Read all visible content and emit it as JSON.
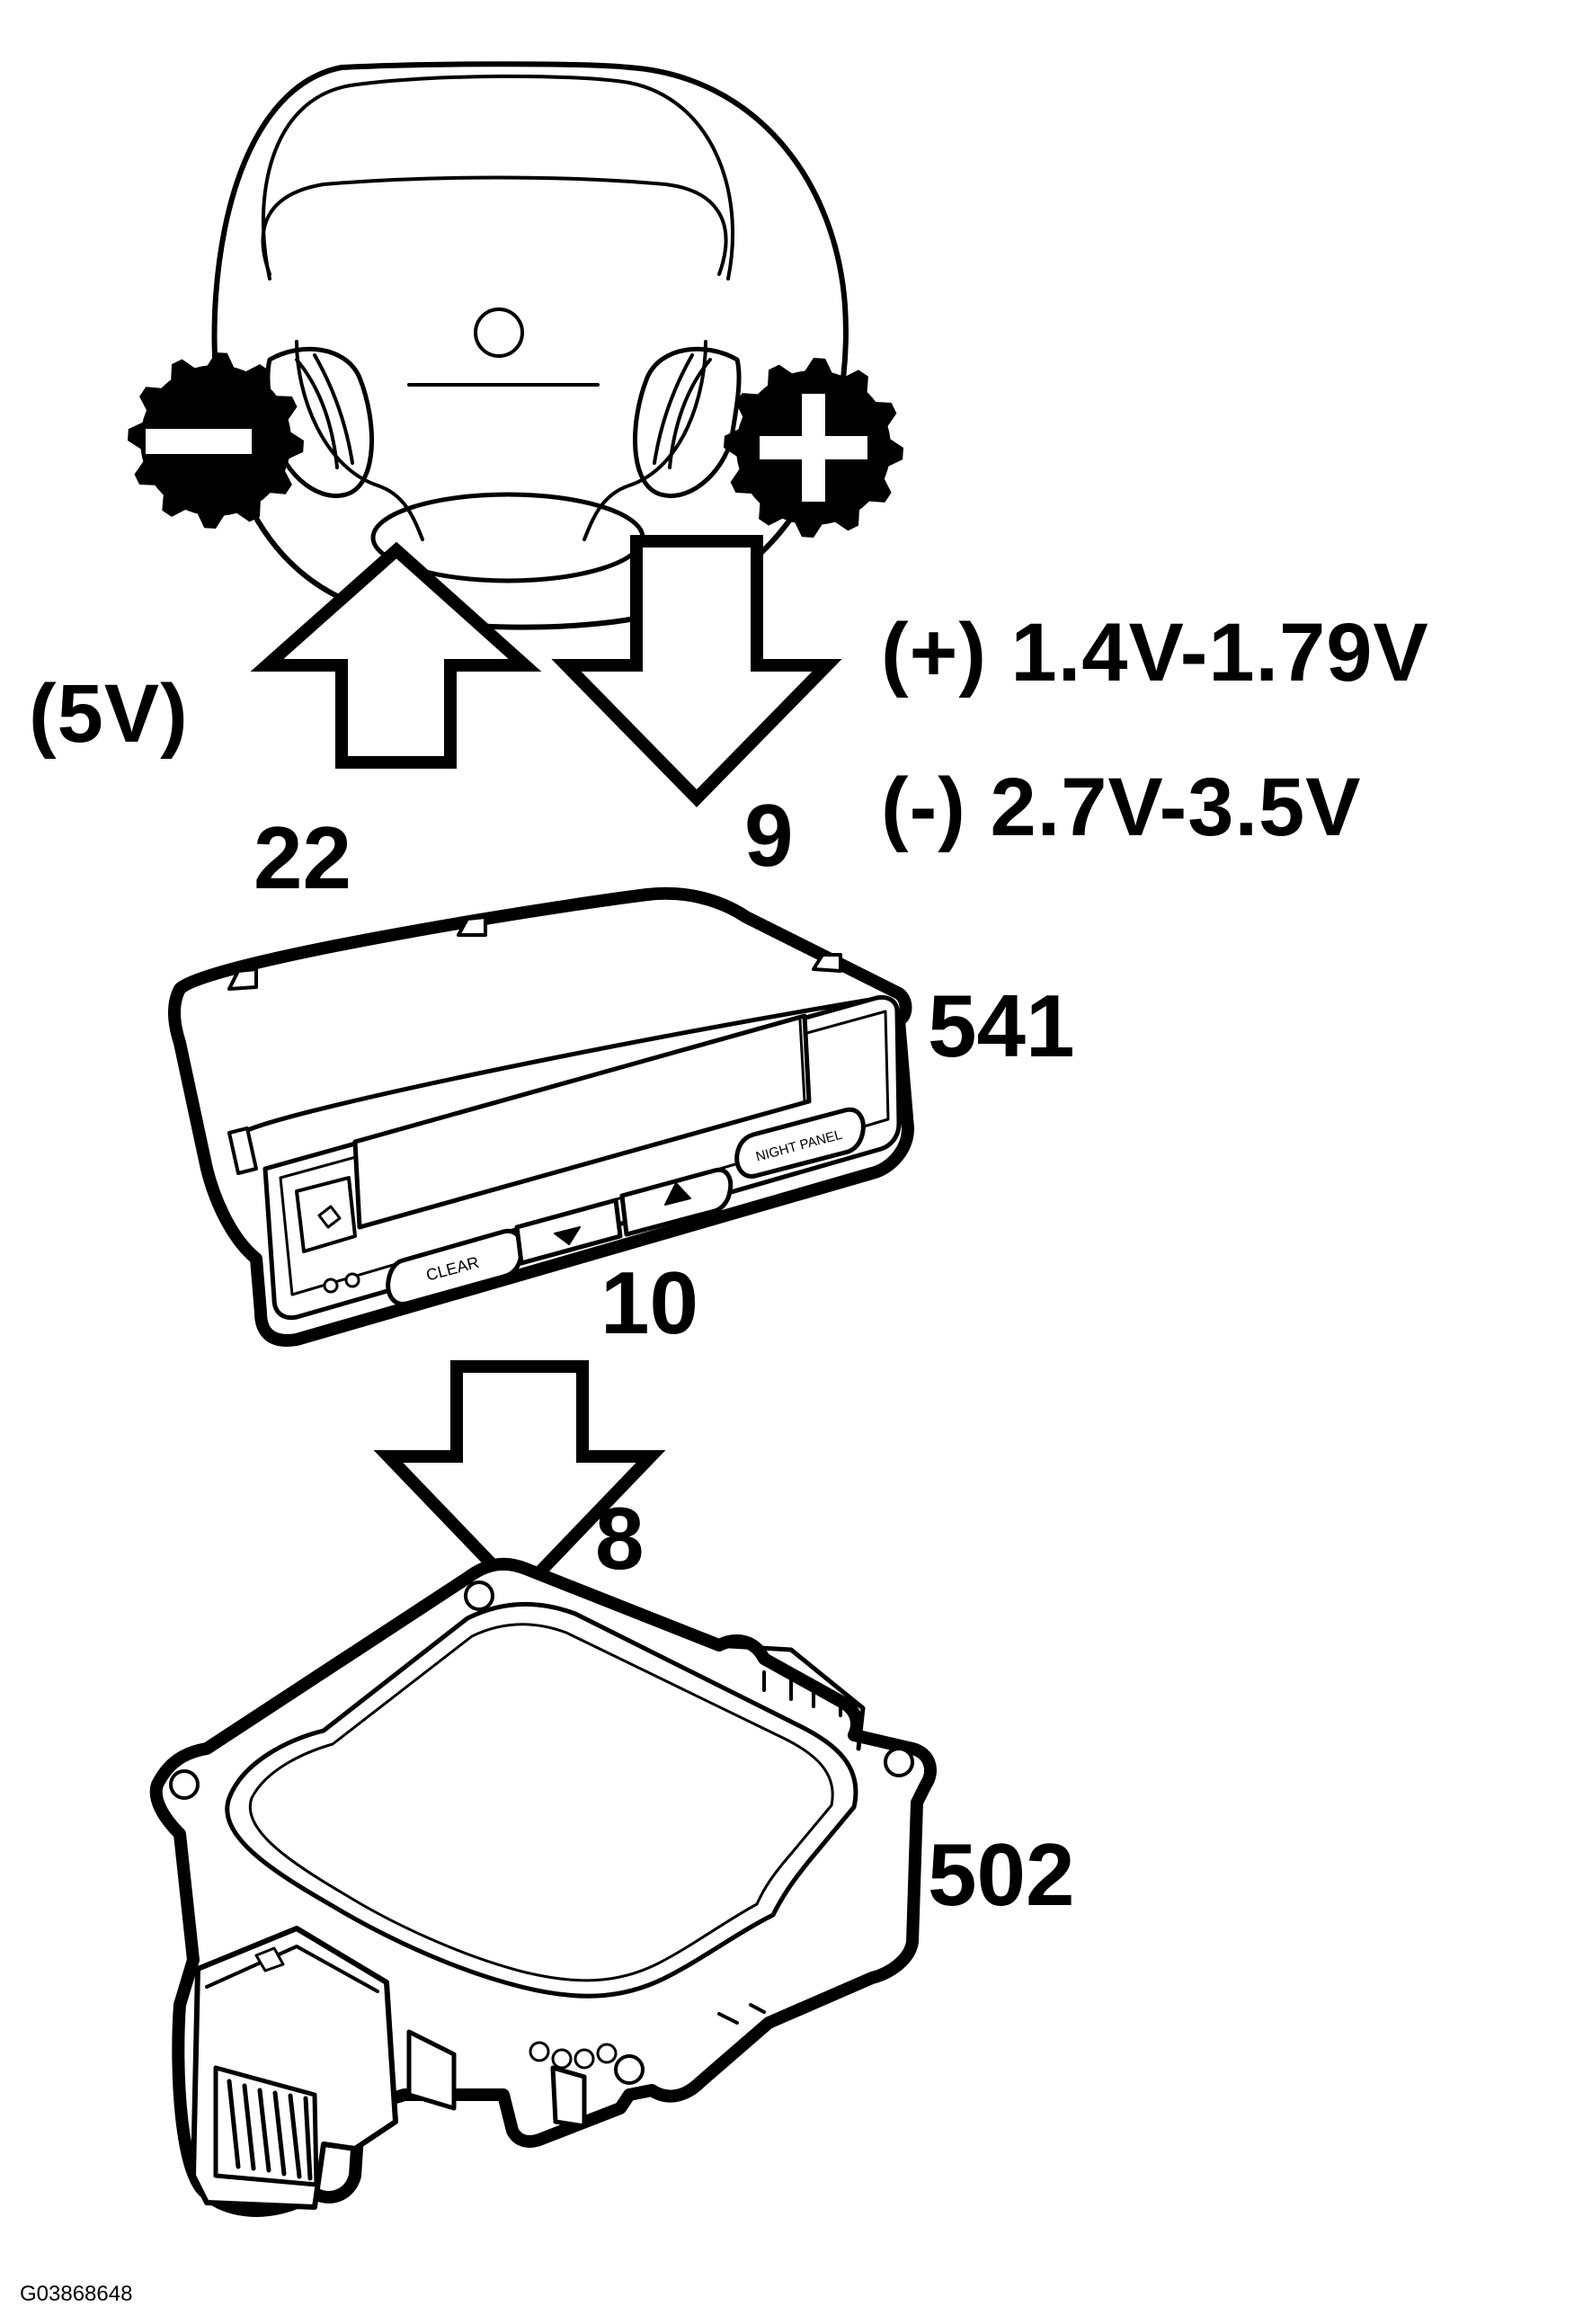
{
  "labels": {
    "feed_voltage": "(5V)",
    "plus_voltage": "(+) 1.4V-1.79V",
    "minus_voltage": "(-) 2.7V-3.5V",
    "pin_22": "22",
    "pin_9": "9",
    "pin_10": "10",
    "pin_8": "8",
    "module_541": "541",
    "module_502": "502",
    "figure_id": "G03868648"
  },
  "buttons": {
    "minus_symbol": "−",
    "plus_symbol": "+"
  },
  "display_unit": {
    "clear_label": "CLEAR",
    "night_panel_label": "NIGHT PANEL"
  }
}
